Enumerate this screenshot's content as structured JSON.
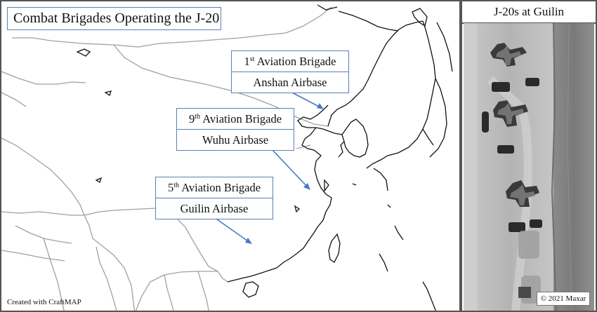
{
  "map": {
    "title": "Combat Brigades Operating the J-20",
    "credit": "Created with CraftMAP",
    "colors": {
      "coast": "#111111",
      "border": "#a0a0a0",
      "accent": "#4a78c2"
    },
    "brigades": [
      {
        "number": "1",
        "ordinal_suffix": "st",
        "unit": "Aviation Brigade",
        "base": "Anshan Airbase"
      },
      {
        "number": "9",
        "ordinal_suffix": "th",
        "unit": "Aviation Brigade",
        "base": "Wuhu Airbase"
      },
      {
        "number": "5",
        "ordinal_suffix": "th",
        "unit": "Aviation Brigade",
        "base": "Guilin Airbase"
      }
    ]
  },
  "photo_panel": {
    "title": "J-20s at Guilin",
    "copyright": "© 2021 Maxar"
  }
}
